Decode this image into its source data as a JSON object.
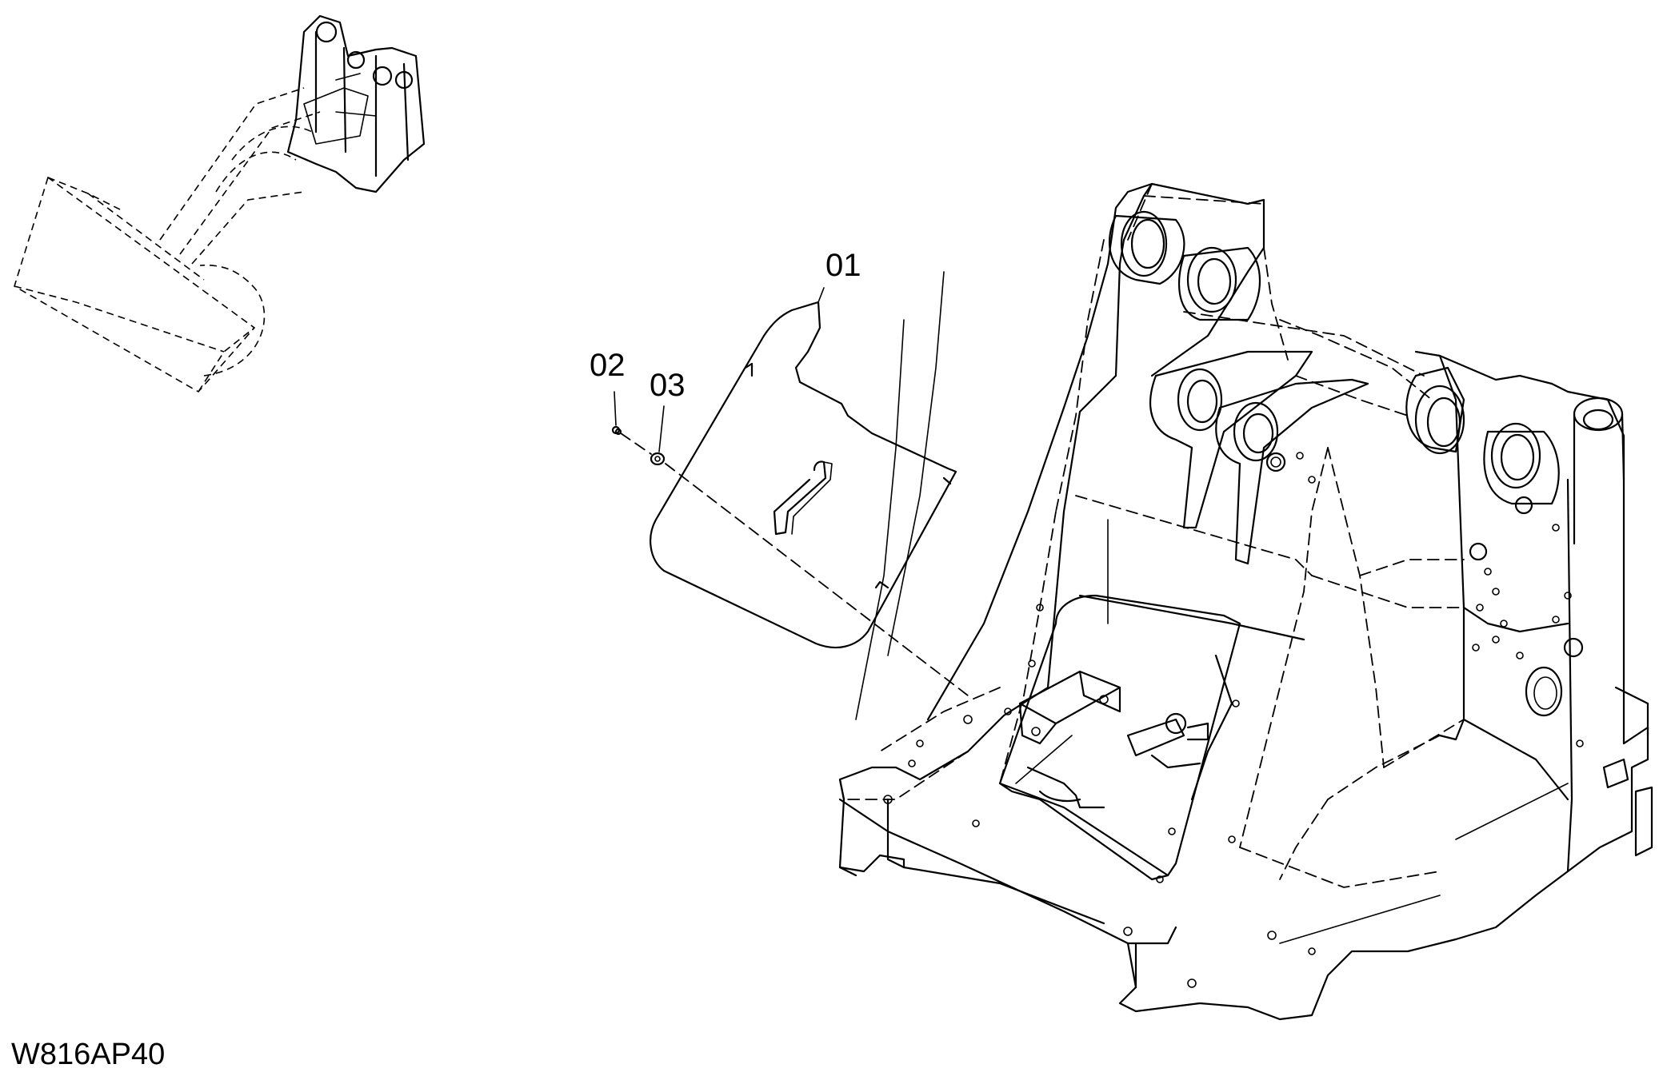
{
  "callouts": [
    {
      "label": "01"
    },
    {
      "label": "02"
    },
    {
      "label": "03"
    }
  ],
  "drawing_code": "W816AP40"
}
